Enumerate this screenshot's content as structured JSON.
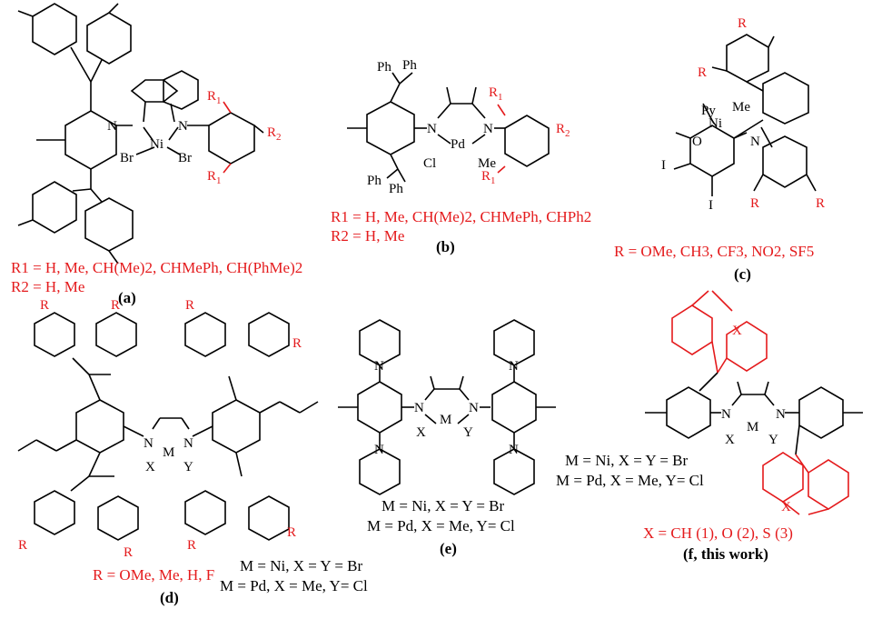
{
  "panels": {
    "a": {
      "label": "(a)",
      "r1": "R1 = H, Me, CH(Me)2, CHMePh, CH(PhMe)2",
      "r2": "R2 = H, Me",
      "metal": "Ni",
      "x": "Br",
      "y": "Br"
    },
    "b": {
      "label": "(b)",
      "r1": "R1 = H, Me, CH(Me)2, CHMePh, CHPh2",
      "r2": "R2 = H, Me",
      "metal": "Pd",
      "x": "Cl",
      "y": "Me"
    },
    "c": {
      "label": "(c)",
      "r": "R = OMe, CH3, CF3, NO2, SF5",
      "metal": "Ni",
      "ligands": [
        "Py",
        "Me"
      ]
    },
    "d": {
      "label": "(d)",
      "r": "R = OMe, Me, H, F",
      "line1": "M = Ni, X = Y = Br",
      "line2": "M = Pd, X = Me, Y= Cl"
    },
    "e": {
      "label": "(e)",
      "line1": "M = Ni, X = Y = Br",
      "line2": "M = Pd, X = Me, Y= Cl"
    },
    "f": {
      "label": "(f, this work)",
      "line1": "M = Ni, X = Y = Br",
      "line2": "M = Pd, X = Me, Y= Cl",
      "x_def": "X = CH (1), O (2), S (3)"
    }
  },
  "colors": {
    "highlight": "#e41a1c",
    "ink": "#000000"
  }
}
